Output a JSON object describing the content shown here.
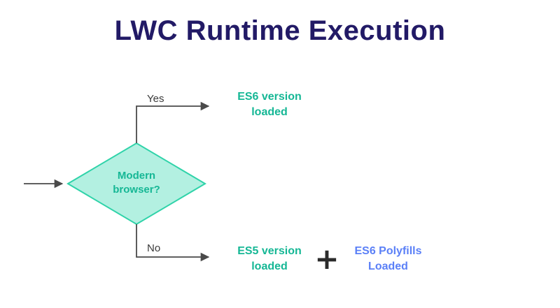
{
  "colors": {
    "title": "#221a66",
    "green": "#15b795",
    "diamond-fill": "#b3f0e1",
    "diamond-border": "#2fd3a9",
    "blue": "#5b80f7",
    "line": "#4a4a4a",
    "label": "#3a3a3a",
    "plus": "#2b2b2b",
    "background": "#ffffff"
  },
  "title": "LWC Runtime Execution",
  "flowchart": {
    "decision": "Modern browser?",
    "yes_label": "Yes",
    "no_label": "No",
    "yes_result": "ES6 version loaded",
    "no_result": "ES5 version loaded",
    "plus_icon": "+",
    "no_extra": "ES6 Polyfills Loaded"
  }
}
